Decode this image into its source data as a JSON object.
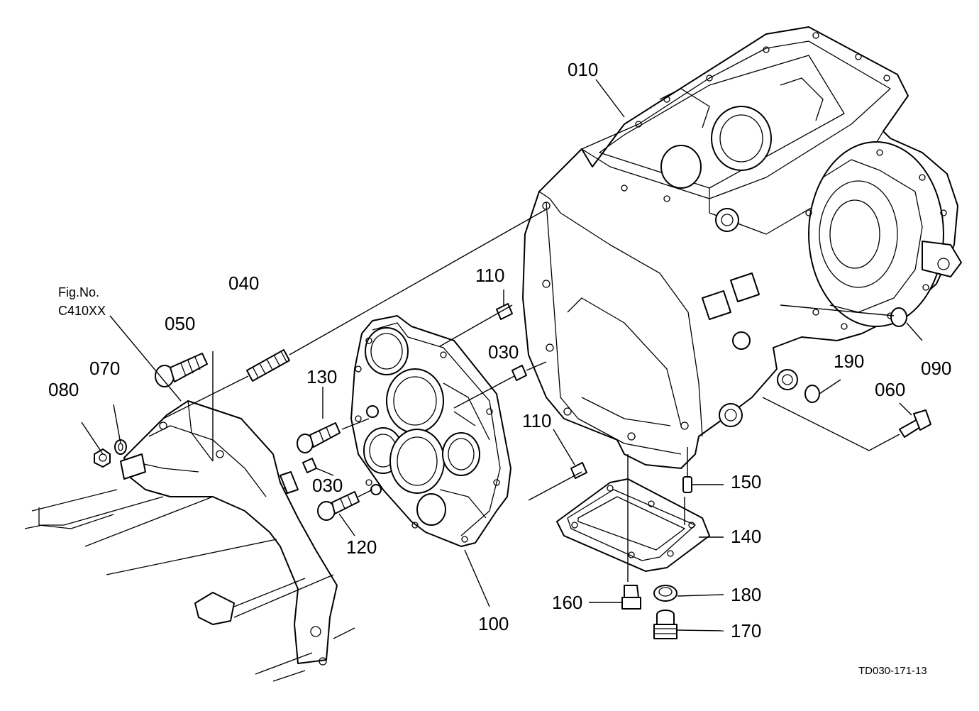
{
  "figure": {
    "note_line1": "Fig.No.",
    "note_line2": "C410XX",
    "reference": "TD030-171-13"
  },
  "callouts": {
    "c010": "010",
    "c040": "040",
    "c050": "050",
    "c070": "070",
    "c080": "080",
    "c110a": "110",
    "c030a": "030",
    "c130": "130",
    "c030b": "030",
    "c120": "120",
    "c110b": "110",
    "c100": "100",
    "c190": "190",
    "c090": "090",
    "c060": "060",
    "c150": "150",
    "c140": "140",
    "c160": "160",
    "c180": "180",
    "c170": "170"
  }
}
